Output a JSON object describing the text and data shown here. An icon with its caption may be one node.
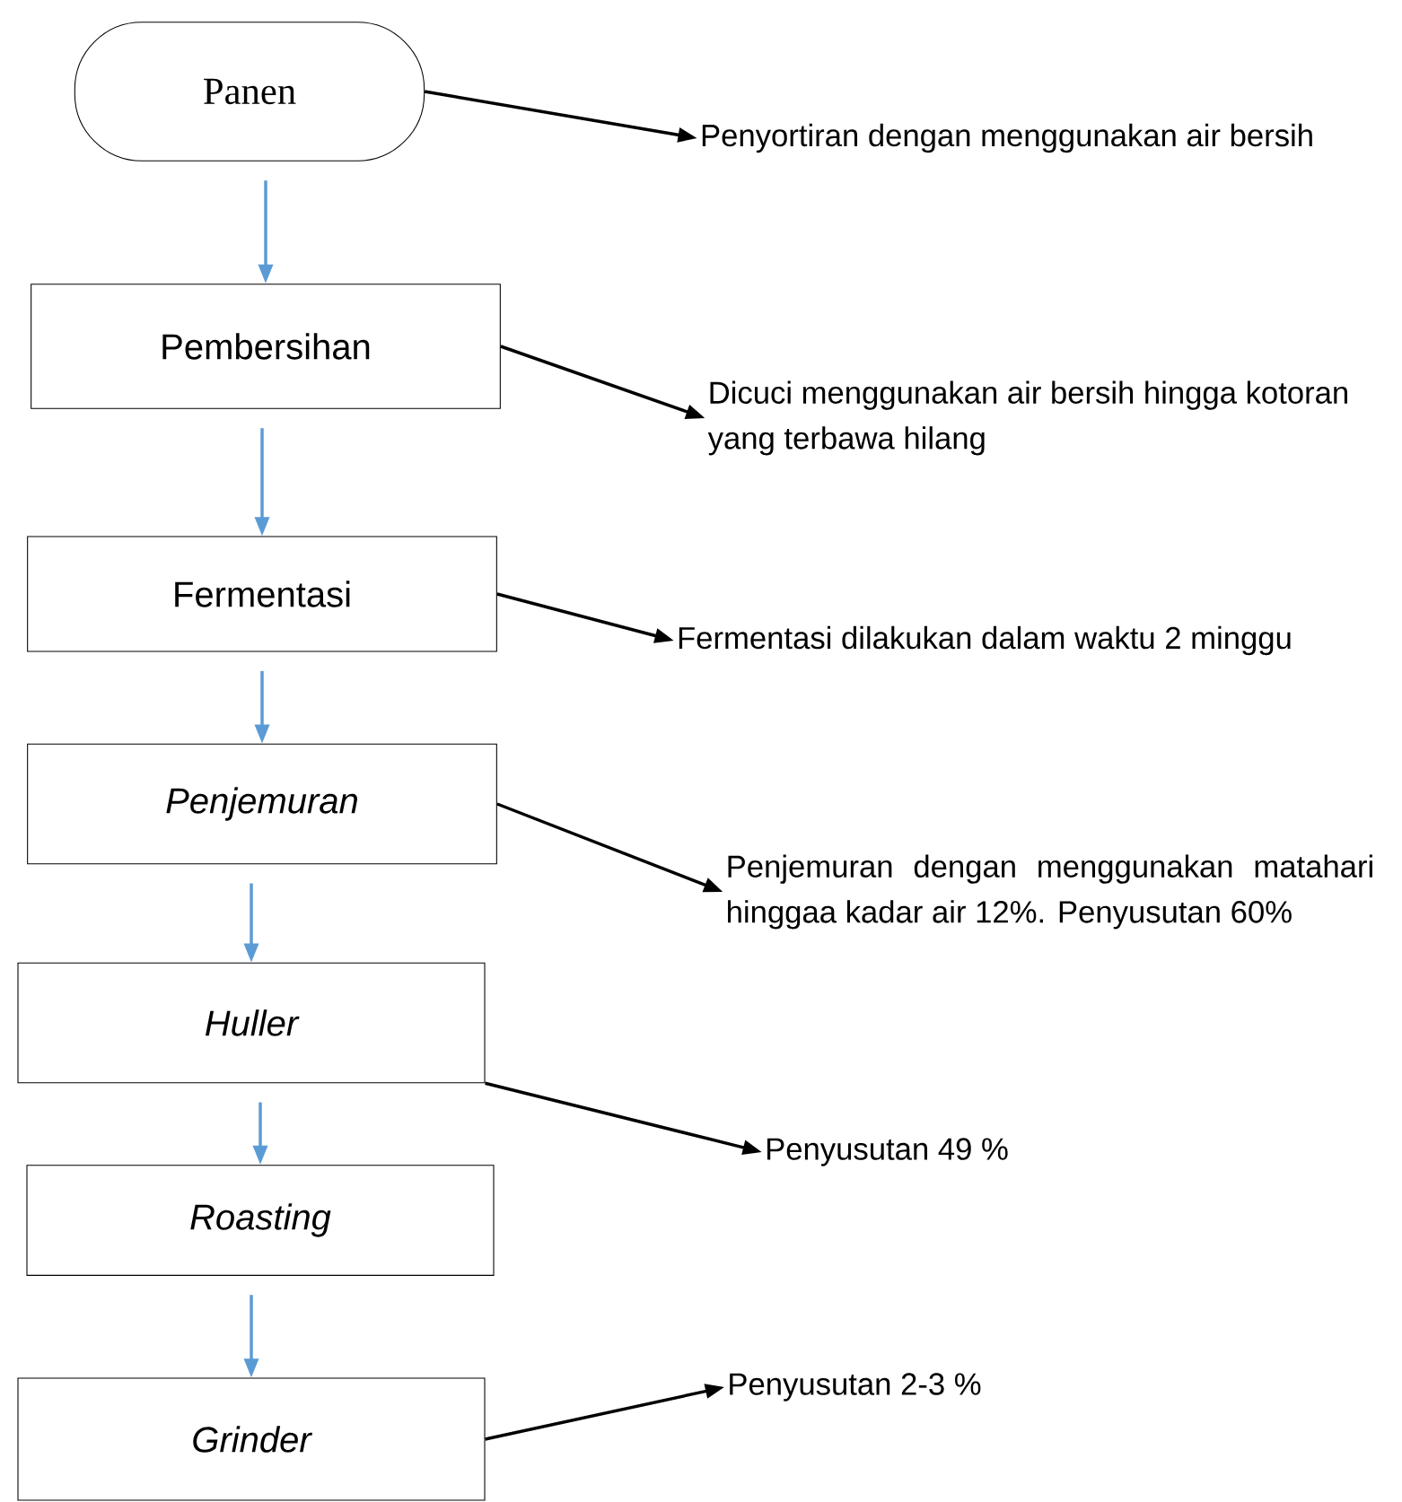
{
  "diagram": {
    "nodes": [
      {
        "text": [
          "Panen"
        ]
      },
      {
        "text": [
          "Pembersihan"
        ]
      },
      {
        "text": [
          "Fermentasi"
        ]
      },
      {
        "text": [
          "Penjemuran"
        ]
      },
      {
        "text": [
          "Huller"
        ]
      },
      {
        "text": [
          "Roasting"
        ]
      },
      {
        "text": [
          "Grinder"
        ]
      },
      {
        "text": [
          "Penyortiran dengan menggunakan air bersih"
        ]
      },
      {
        "text": [
          "Dicuci menggunakan air bersih hingga kotoran yang terbawa hilang"
        ]
      },
      {
        "text": [
          "Fermentasi dilakukan dalam waktu 2 minggu"
        ]
      },
      {
        "text": [
          "Penjemuran dengan menggunakan matahari hinggaa kadar air 12%. Penyusutan 60%"
        ]
      },
      {
        "text": [
          "Penyusutan 49 %"
        ]
      },
      {
        "text": [
          "Penyusutan 2-3 %"
        ]
      }
    ],
    "edges": [
      {
        "from": 0,
        "to": 1,
        "arrow": "to",
        "color": "#5b9bd5"
      },
      {
        "from": 1,
        "to": 2,
        "arrow": "to",
        "color": "#5b9bd5"
      },
      {
        "from": 2,
        "to": 3,
        "arrow": "to",
        "color": "#5b9bd5"
      },
      {
        "from": 3,
        "to": 4,
        "arrow": "to",
        "color": "#5b9bd5"
      },
      {
        "from": 4,
        "to": 5,
        "arrow": "to",
        "color": "#5b9bd5"
      },
      {
        "from": 5,
        "to": 6,
        "arrow": "to",
        "color": "#5b9bd5"
      },
      {
        "from": 0,
        "to": 7,
        "arrow": "to",
        "color": "#000000"
      },
      {
        "from": 1,
        "to": 8,
        "arrow": "to",
        "color": "#000000"
      },
      {
        "from": 2,
        "to": 9,
        "arrow": "to",
        "color": "#000000"
      },
      {
        "from": 3,
        "to": 10,
        "arrow": "to",
        "color": "#000000"
      },
      {
        "from": 4,
        "to": 11,
        "arrow": "to",
        "color": "#000000"
      },
      {
        "from": 6,
        "to": 12,
        "arrow": "to",
        "color": "#000000"
      }
    ]
  }
}
